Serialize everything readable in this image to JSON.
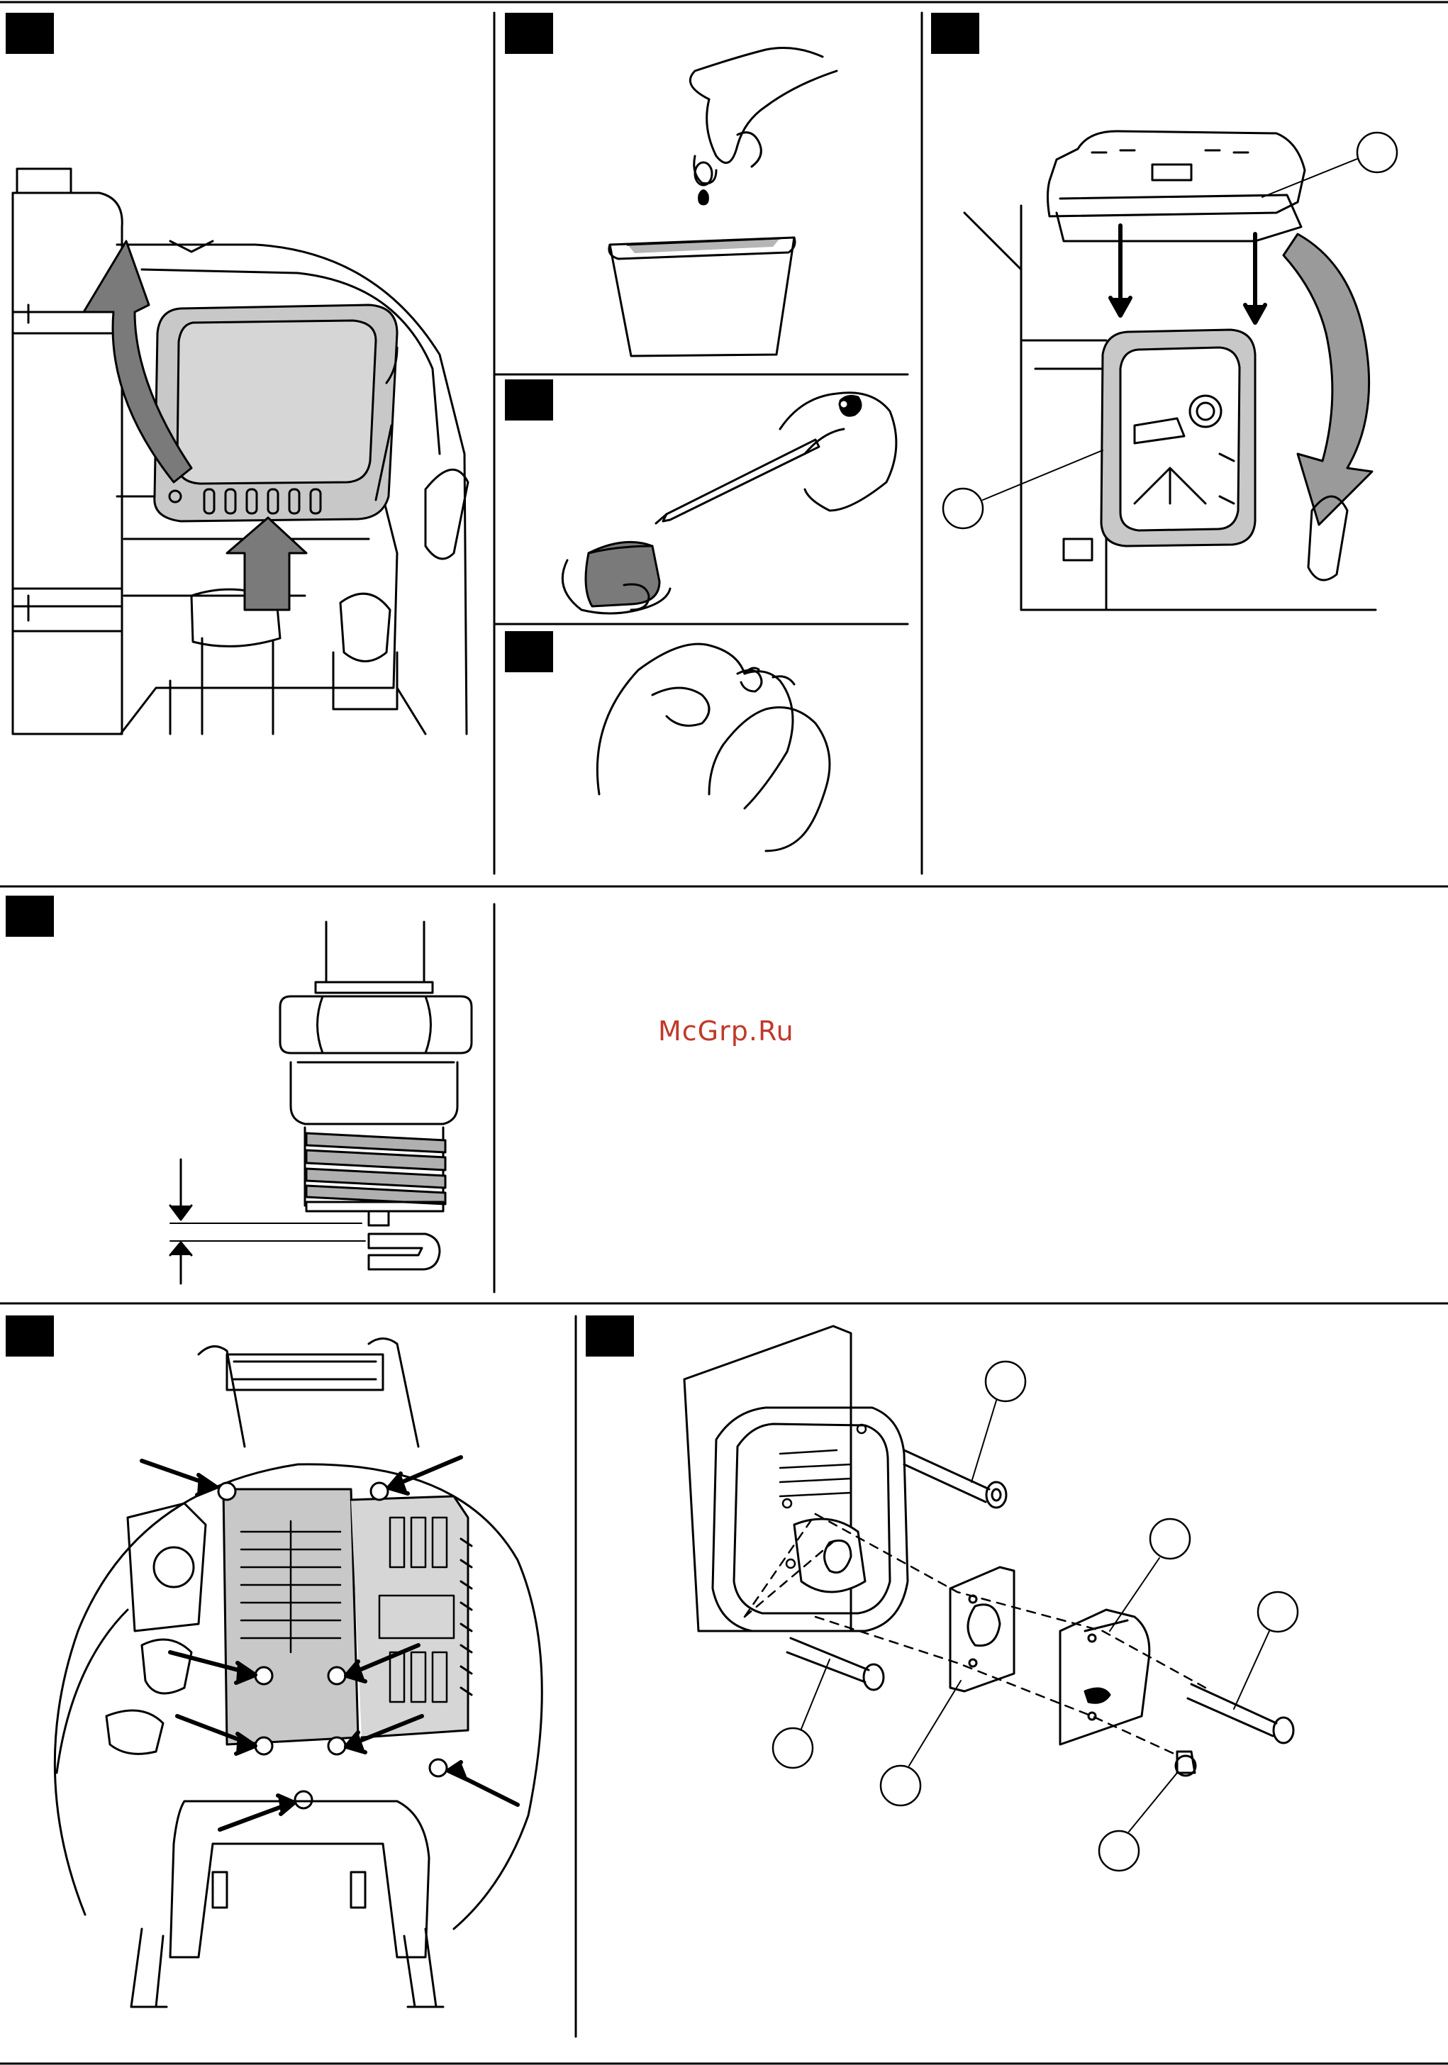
{
  "document": {
    "watermark": "McGrp.Ru"
  },
  "panels": [
    {
      "id": "air-filter-removal",
      "icon": "air-filter-cover-icon"
    },
    {
      "id": "filter-oil-drip",
      "icon": "oil-drop-icon"
    },
    {
      "id": "filter-blow-air",
      "icon": "air-nozzle-icon"
    },
    {
      "id": "filter-squeeze",
      "icon": "hands-squeeze-icon"
    },
    {
      "id": "filter-reinstall",
      "icon": "filter-reinstall-icon"
    },
    {
      "id": "spark-plug-gap",
      "icon": "spark-plug-icon"
    },
    {
      "id": "engine-cover-screws",
      "icon": "engine-cover-icon"
    },
    {
      "id": "muffler-assembly",
      "icon": "muffler-exploded-icon"
    }
  ],
  "colors": {
    "line": "#000000",
    "arrow_fill": "#7a7a7a",
    "arrow_light": "#9a9a9a",
    "filter_fill": "#c8c8c8",
    "watermark": "#c0392b"
  }
}
